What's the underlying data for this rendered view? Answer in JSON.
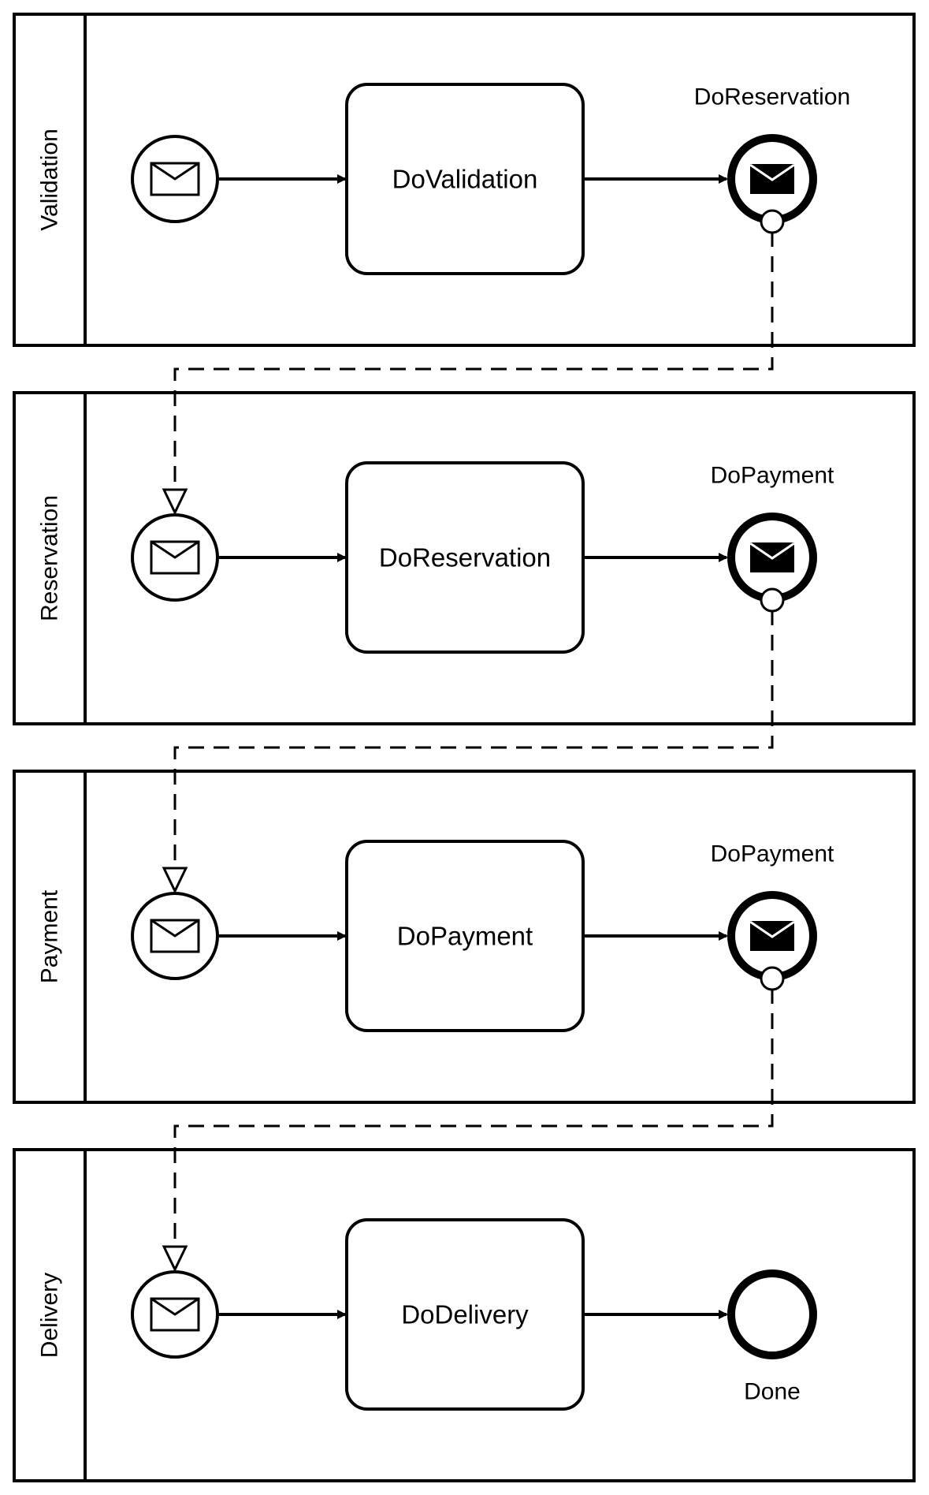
{
  "lanes": [
    {
      "name": "Validation",
      "task": "DoValidation",
      "end_label": "DoReservation",
      "end_type": "message"
    },
    {
      "name": "Reservation",
      "task": "DoReservation",
      "end_label": "DoPayment",
      "end_type": "message"
    },
    {
      "name": "Payment",
      "task": "DoPayment",
      "end_label": "DoPayment",
      "end_type": "message"
    },
    {
      "name": "Delivery",
      "task": "DoDelivery",
      "end_label": "Done",
      "end_type": "none"
    }
  ],
  "colors": {
    "stroke": "#000000",
    "fill": "#ffffff"
  },
  "icons": {
    "start": "envelope-outline-icon",
    "end": "envelope-filled-icon"
  }
}
